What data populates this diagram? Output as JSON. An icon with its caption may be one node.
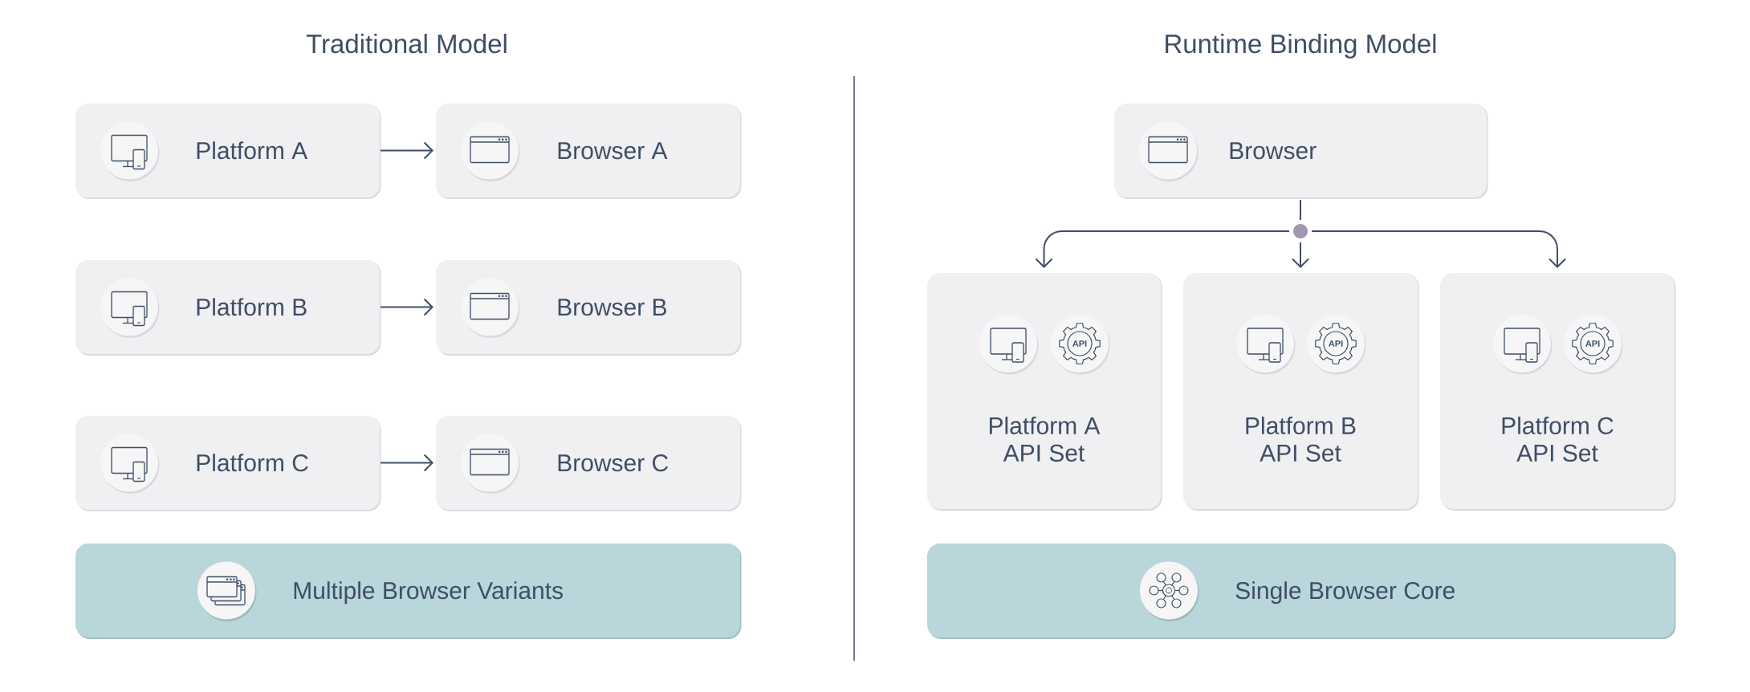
{
  "diagram": {
    "nodes": [
      {
        "text": [
          "Platform A"
        ]
      },
      {
        "text": [
          "Browser A"
        ]
      },
      {
        "text": [
          "Platform B"
        ]
      },
      {
        "text": [
          "Browser B"
        ]
      },
      {
        "text": [
          "Platform C"
        ]
      },
      {
        "text": [
          "Browser C"
        ]
      },
      {
        "text": [
          "Multiple Browser Variants"
        ]
      },
      {
        "text": [
          "Browser"
        ]
      },
      {
        "text": [],
        "shape": "circle"
      },
      {
        "text": [
          "API",
          "Platform A API Set"
        ]
      },
      {
        "text": [
          "API",
          "Platform B API Set"
        ]
      },
      {
        "text": [
          "API",
          "Platform C API Set"
        ]
      },
      {
        "text": [
          "Single Browser Core"
        ]
      }
    ],
    "edges": [
      {
        "from": 0,
        "to": 1,
        "arrow": "to"
      },
      {
        "from": 2,
        "to": 3,
        "arrow": "to"
      },
      {
        "from": 4,
        "to": 5,
        "arrow": "to"
      },
      {
        "from": 7,
        "to": 8,
        "arrow": "none"
      },
      {
        "from": 8,
        "to": 9,
        "arrow": "to"
      },
      {
        "from": 8,
        "to": 10,
        "arrow": "to"
      },
      {
        "from": 8,
        "to": 11,
        "arrow": "to"
      }
    ],
    "labels": [
      "Traditional Model",
      "Runtime Binding Model"
    ]
  }
}
